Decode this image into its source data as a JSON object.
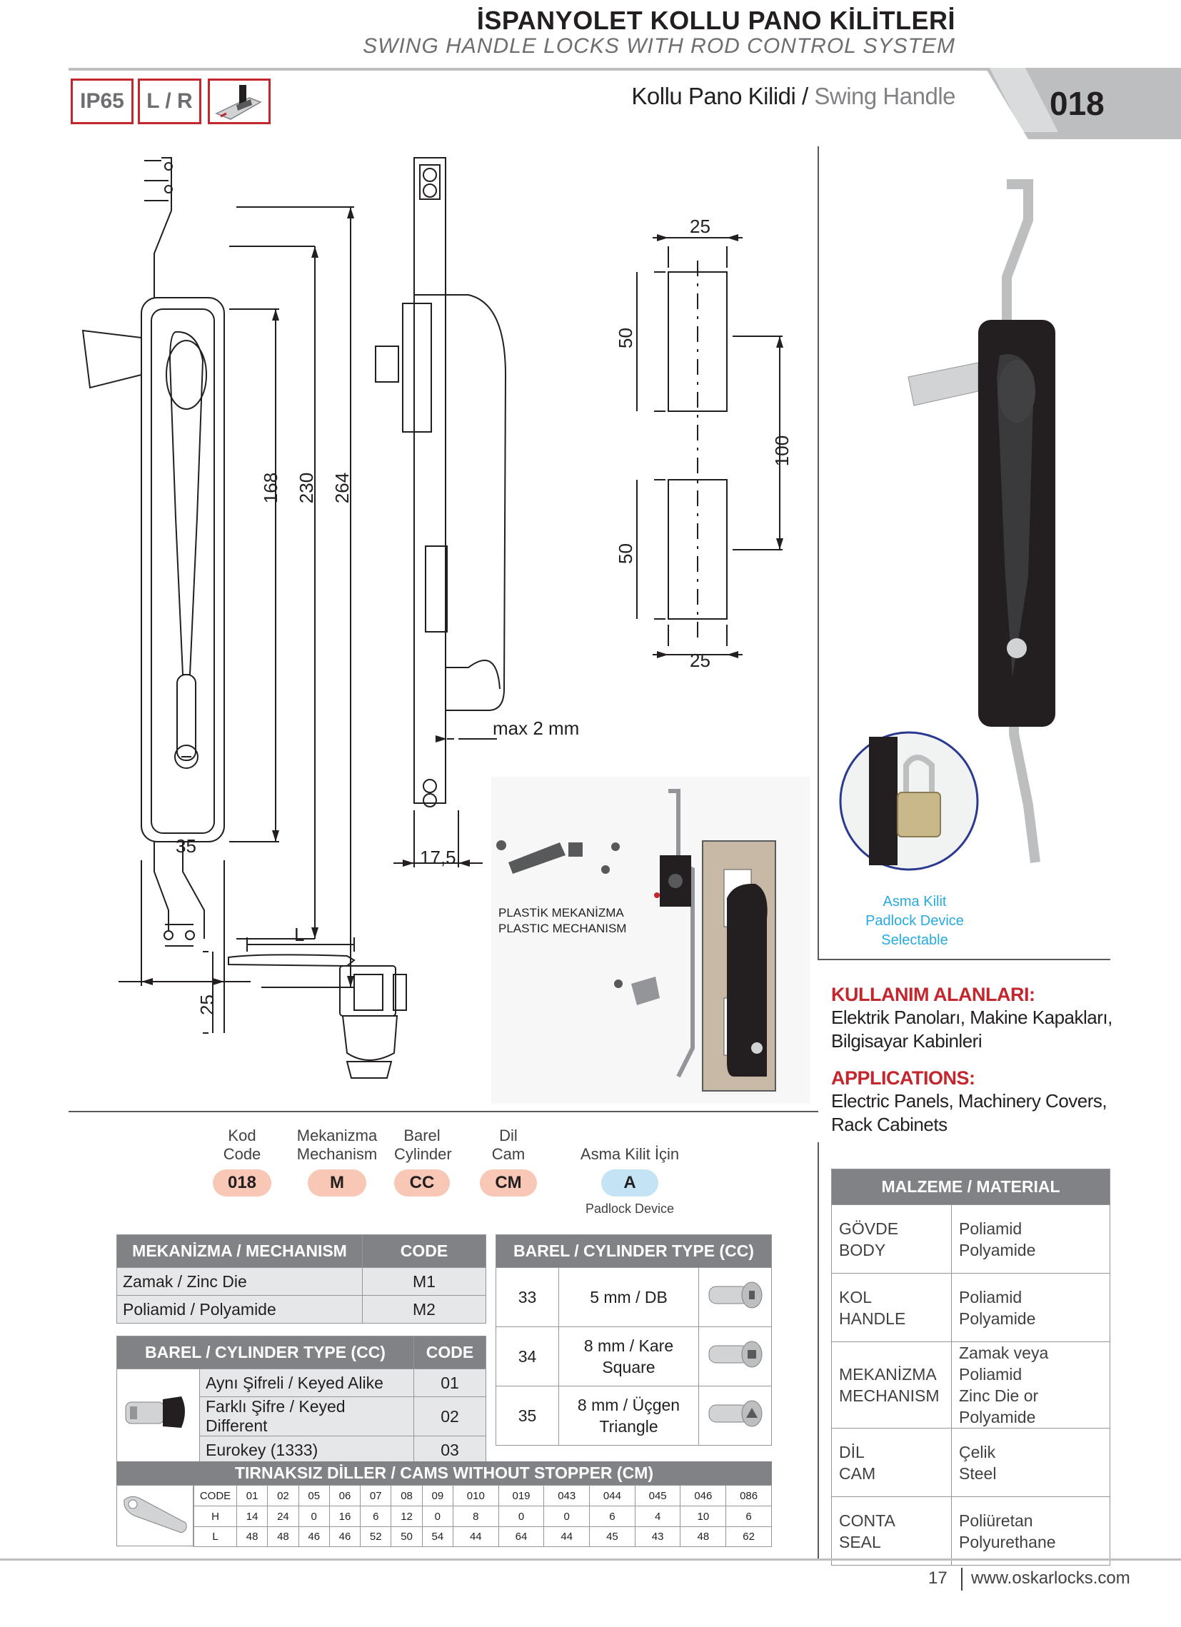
{
  "header": {
    "title_tr": "İSPANYOLET KOLLU PANO KİLİTLERİ",
    "title_en": "SWING HANDLE LOCKS WITH ROD CONTROL SYSTEM",
    "badge_ip": "IP65",
    "badge_lr": "L / R",
    "subtitle_tr": "Kollu Pano Kilidi /",
    "subtitle_en": "Swing Handle",
    "page_code": "018"
  },
  "drawing": {
    "dim_168": "168",
    "dim_230": "230",
    "dim_264": "264",
    "dim_35": "35",
    "dim_175": "17,5",
    "dim_max": "max 2 mm",
    "cutout_25_top": "25",
    "cutout_50_top": "50",
    "cutout_100": "100",
    "cutout_50_bottom": "50",
    "cutout_25_bottom": "25",
    "dim_L": "L",
    "dim_25_side": "25",
    "plastic_tr": "PLASTİK MEKANİZMA",
    "plastic_en": "PLASTIC MECHANISM",
    "padlock_tr": "Asma Kilit",
    "padlock_en": "Padlock Device Selectable"
  },
  "usage": {
    "heading_tr": "KULLANIM ALANLARI:",
    "text_tr_1": "Elektrik Panoları, Makine Kapakları,",
    "text_tr_2": "Bilgisayar Kabinleri",
    "heading_en": "APPLICATIONS:",
    "text_en_1": "Electric Panels, Machinery Covers,",
    "text_en_2": "Rack Cabinets"
  },
  "code_builder": {
    "fields": [
      {
        "label_tr": "Kod",
        "label_en": "Code",
        "value": "018"
      },
      {
        "label_tr": "Mekanizma",
        "label_en": "Mechanism",
        "value": "M"
      },
      {
        "label_tr": "Barel",
        "label_en": "Cylinder",
        "value": "CC"
      },
      {
        "label_tr": "Dil",
        "label_en": "Cam",
        "value": "CM"
      }
    ],
    "padlock_label": "Asma Kilit İçin",
    "padlock_value": "A",
    "padlock_sub": "Padlock Device"
  },
  "mechanism_table": {
    "header": "MEKANİZMA / MECHANISM",
    "code_header": "CODE",
    "rows": [
      {
        "name": "Zamak / Zinc Die",
        "code": "M1"
      },
      {
        "name": "Poliamid / Polyamide",
        "code": "M2"
      }
    ]
  },
  "cylinder_table": {
    "header": "BAREL / CYLINDER TYPE (CC)",
    "code_header": "CODE",
    "rows": [
      {
        "name": "Aynı Şifreli / Keyed Alike",
        "code": "01"
      },
      {
        "name": "Farklı Şifre / Keyed Different",
        "code": "02"
      },
      {
        "name": "Eurokey (1333)",
        "code": "03"
      }
    ]
  },
  "barrel_table": {
    "header": "BAREL / CYLINDER TYPE (CC)",
    "rows": [
      {
        "code": "33",
        "line1": "5 mm / DB",
        "line2": ""
      },
      {
        "code": "34",
        "line1": "8 mm / Kare",
        "line2": "Square"
      },
      {
        "code": "35",
        "line1": "8 mm / Üçgen",
        "line2": "Triangle"
      }
    ]
  },
  "cams_table": {
    "header": "TIRNAKSIZ DİLLER / CAMS WITHOUT STOPPER (CM)",
    "row_code": {
      "label": "CODE",
      "values": [
        "01",
        "02",
        "05",
        "06",
        "07",
        "08",
        "09",
        "010",
        "019",
        "043",
        "044",
        "045",
        "046",
        "086"
      ]
    },
    "row_h": {
      "label": "H",
      "values": [
        "14",
        "24",
        "0",
        "16",
        "6",
        "12",
        "0",
        "8",
        "0",
        "0",
        "6",
        "4",
        "10",
        "6"
      ]
    },
    "row_l": {
      "label": "L",
      "values": [
        "48",
        "48",
        "46",
        "46",
        "52",
        "50",
        "54",
        "44",
        "64",
        "44",
        "45",
        "43",
        "48",
        "62"
      ]
    }
  },
  "material_table": {
    "header": "MALZEME / MATERIAL",
    "rows": [
      {
        "part_tr": "GÖVDE",
        "part_en": "BODY",
        "mat_tr": "Poliamid",
        "mat_en": "Polyamide"
      },
      {
        "part_tr": "KOL",
        "part_en": "HANDLE",
        "mat_tr": "Poliamid",
        "mat_en": "Polyamide"
      },
      {
        "part_tr": "MEKANİZMA",
        "part_en": "MECHANISM",
        "mat_tr": "Zamak veya Poliamid",
        "mat_en": "Zinc Die or Polyamide"
      },
      {
        "part_tr": "DİL",
        "part_en": "CAM",
        "mat_tr": "Çelik",
        "mat_en": "Steel"
      },
      {
        "part_tr": "CONTA",
        "part_en": "SEAL",
        "mat_tr": "Poliüretan",
        "mat_en": "Polyurethane"
      }
    ]
  },
  "footer": {
    "page_number": "17",
    "website": "www.oskarlocks.com"
  },
  "colors": {
    "accent_red": "#c4262e",
    "pill_orange": "#f8c7b5",
    "pill_blue": "#c4e3f5",
    "table_header": "#808285",
    "cyan": "#27aae1"
  }
}
